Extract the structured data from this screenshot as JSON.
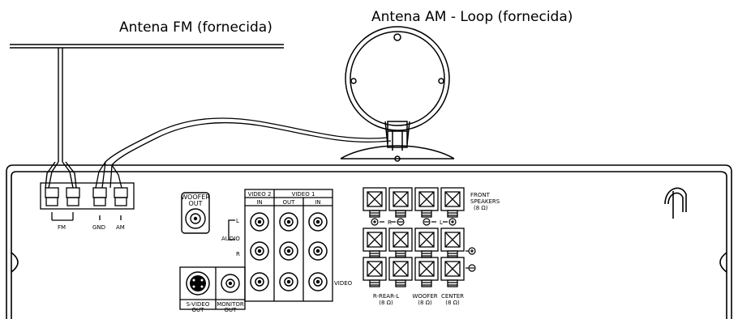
{
  "labels": {
    "fm_antenna": "Antena FM (fornecida)",
    "am_antenna": "Antena AM - Loop (fornecida)",
    "fm": "FM",
    "gnd": "GND",
    "am": "AM",
    "woofer_out": [
      "WOOFER",
      "OUT"
    ],
    "video2": "VIDEO 2",
    "video1": "VIDEO 1",
    "in": "IN",
    "out": "OUT",
    "audio": "AUDIO",
    "l": "L",
    "r": "R",
    "video": "VIDEO",
    "s_video_out": [
      "S-VIDEO",
      "OUT"
    ],
    "monitor_out": [
      "MONITOR",
      "OUT"
    ],
    "front_speakers": [
      "FRONT",
      "SPEAKERS",
      "(8 Ω)"
    ],
    "rear": [
      "R-REAR-L",
      "(8 Ω)"
    ],
    "woofer": [
      "WOOFER",
      "(8 Ω)"
    ],
    "center": [
      "CENTER",
      "(8 Ω)"
    ],
    "pol_r": "R",
    "pol_l": "L"
  }
}
